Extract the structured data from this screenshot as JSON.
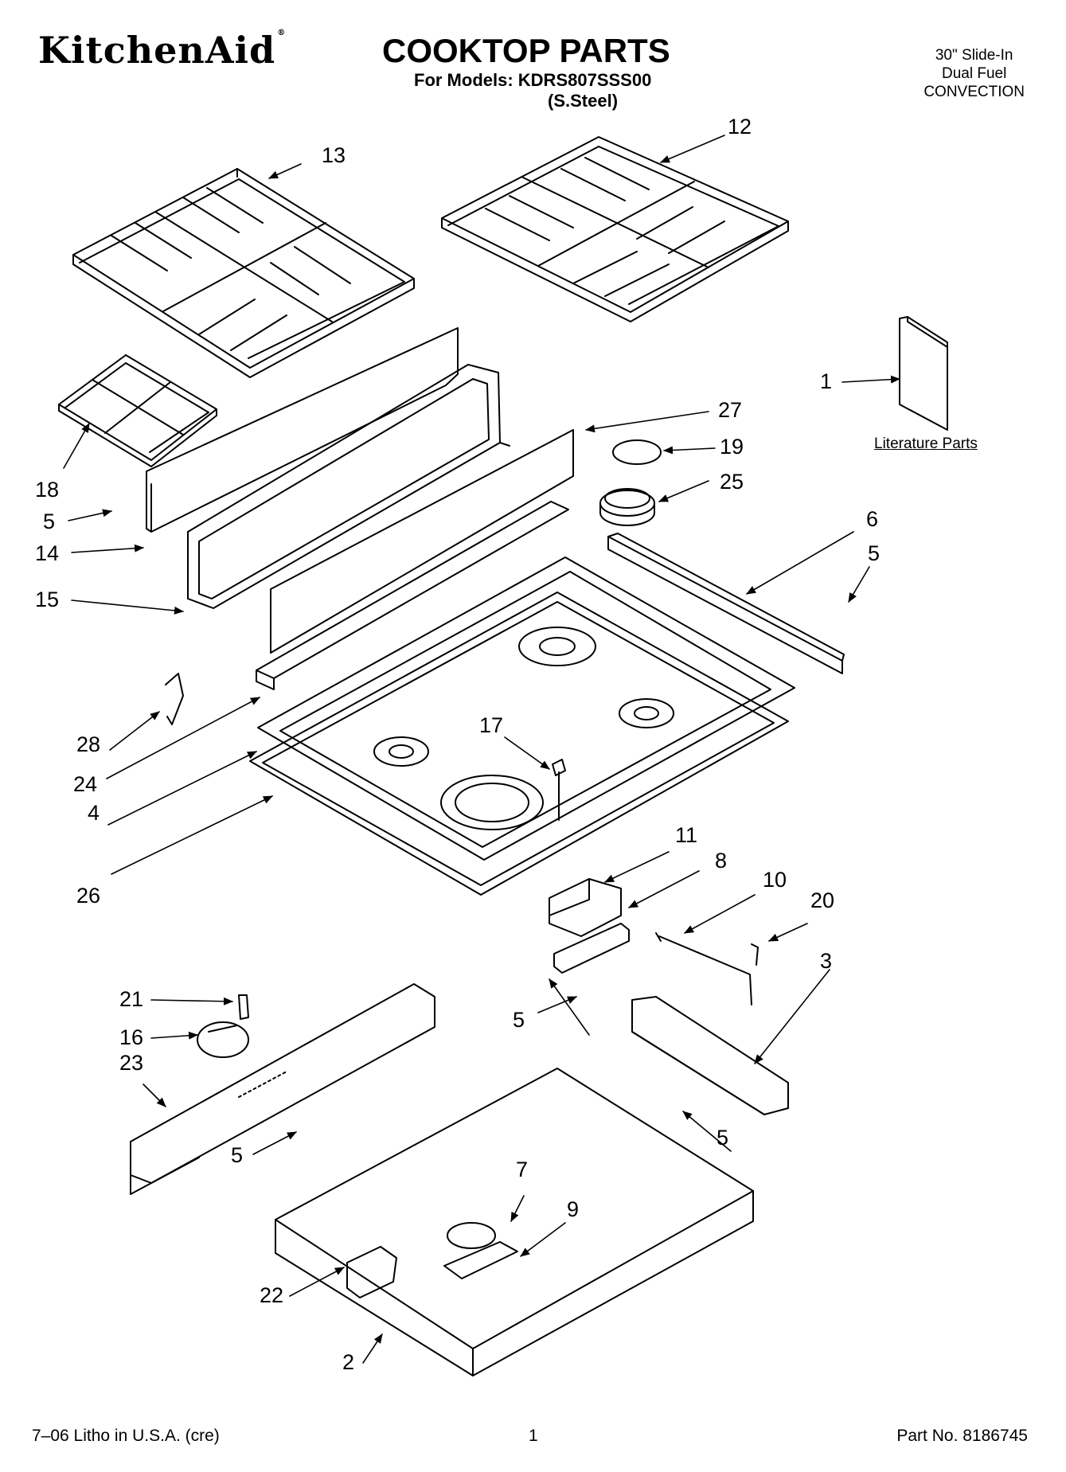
{
  "header": {
    "brand": "KitchenAid",
    "brand_mark": "®",
    "title": "COOKTOP PARTS",
    "models_line": "For Models: KDRS807SSS00",
    "finish": "(S.Steel)",
    "side_label": [
      "30\" Slide-In",
      "Dual Fuel",
      "CONVECTION"
    ]
  },
  "literature_label": "Literature Parts",
  "callouts": [
    {
      "id": "c1",
      "text": "1"
    },
    {
      "id": "c2",
      "text": "2"
    },
    {
      "id": "c3",
      "text": "3"
    },
    {
      "id": "c4",
      "text": "4"
    },
    {
      "id": "c5a",
      "text": "5"
    },
    {
      "id": "c5b",
      "text": "5"
    },
    {
      "id": "c5c",
      "text": "5"
    },
    {
      "id": "c5d",
      "text": "5"
    },
    {
      "id": "c5e",
      "text": "5"
    },
    {
      "id": "c6",
      "text": "6"
    },
    {
      "id": "c7",
      "text": "7"
    },
    {
      "id": "c8",
      "text": "8"
    },
    {
      "id": "c9",
      "text": "9"
    },
    {
      "id": "c10",
      "text": "10"
    },
    {
      "id": "c11",
      "text": "11"
    },
    {
      "id": "c12",
      "text": "12"
    },
    {
      "id": "c13",
      "text": "13"
    },
    {
      "id": "c14",
      "text": "14"
    },
    {
      "id": "c15",
      "text": "15"
    },
    {
      "id": "c16",
      "text": "16"
    },
    {
      "id": "c17",
      "text": "17"
    },
    {
      "id": "c18",
      "text": "18"
    },
    {
      "id": "c19",
      "text": "19"
    },
    {
      "id": "c20",
      "text": "20"
    },
    {
      "id": "c21",
      "text": "21"
    },
    {
      "id": "c22",
      "text": "22"
    },
    {
      "id": "c23",
      "text": "23"
    },
    {
      "id": "c24",
      "text": "24"
    },
    {
      "id": "c25",
      "text": "25"
    },
    {
      "id": "c26",
      "text": "26"
    },
    {
      "id": "c27",
      "text": "27"
    },
    {
      "id": "c28",
      "text": "28"
    }
  ],
  "footer": {
    "litho": "7–06 Litho in U.S.A. (cre)",
    "page": "1",
    "part_no": "Part No. 8186745"
  }
}
